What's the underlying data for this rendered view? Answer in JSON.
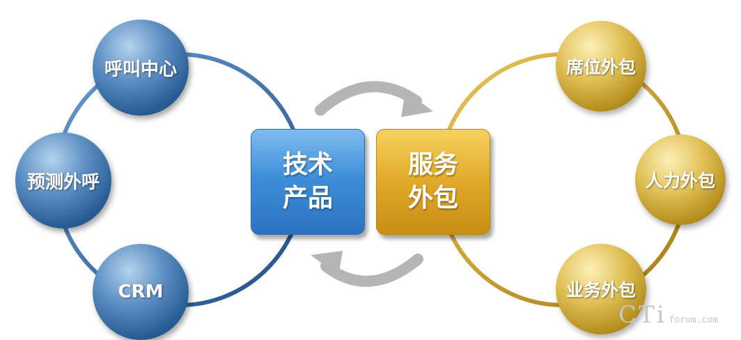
{
  "left_nodes": [
    "呼叫中心",
    "预测外呼",
    "CRM"
  ],
  "center": {
    "tech": "技术产品",
    "service": "服务外包"
  },
  "right_nodes": [
    "席位外包",
    "人力外包",
    "业务外包"
  ],
  "watermark": {
    "main": "CTi",
    "sub": "forum.com"
  },
  "colors": {
    "blue": "#2a73c0",
    "gold": "#e0a928",
    "arrow": "#b5b5b5"
  }
}
